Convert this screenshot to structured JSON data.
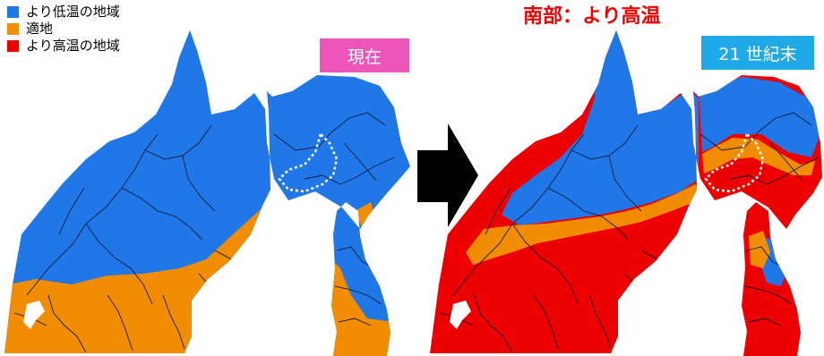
{
  "legend": {
    "items": [
      {
        "label": "より低温の地域",
        "color": "#1f77e8"
      },
      {
        "label": "適地",
        "color": "#f28c00"
      },
      {
        "label": "より高温の地域",
        "color": "#ee0000"
      }
    ]
  },
  "badges": {
    "now": {
      "label": "現在",
      "color": "#ee55bb"
    },
    "future": {
      "label": "21 世紀末",
      "color": "#1fa9e8"
    }
  },
  "headline": {
    "text": "南部：より高温",
    "color": "#ee0000"
  },
  "arrow": {
    "icon": "right-arrow-icon",
    "color": "#000000"
  }
}
